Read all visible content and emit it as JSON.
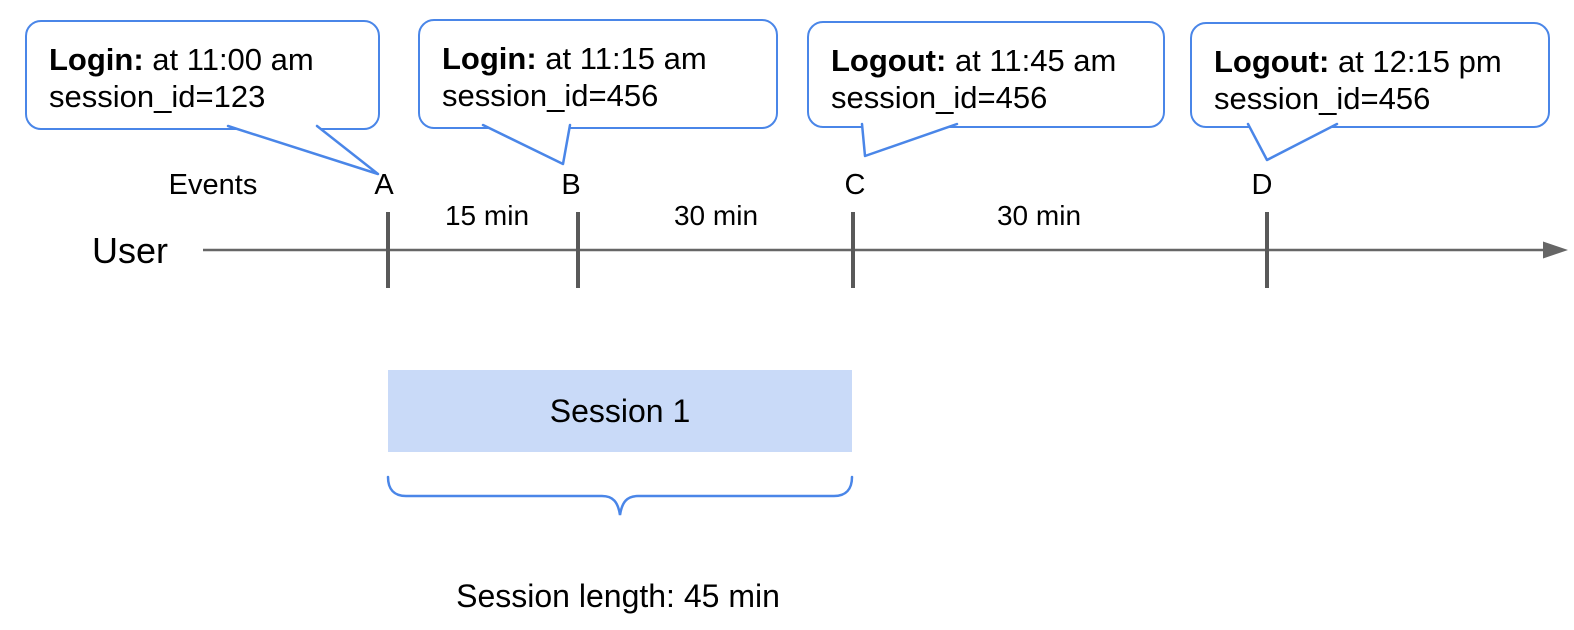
{
  "bubbles": [
    {
      "title": "Login:",
      "time": " at 11:00 am",
      "session": "session_id=123"
    },
    {
      "title": "Login:",
      "time": " at 11:15 am",
      "session": "session_id=456"
    },
    {
      "title": "Logout:",
      "time": " at 11:45 am",
      "session": "session_id=456"
    },
    {
      "title": "Logout:",
      "time": " at 12:15 pm",
      "session": "session_id=456"
    }
  ],
  "timeline": {
    "row_label": "User",
    "events_label": "Events",
    "ticks": [
      "A",
      "B",
      "C",
      "D"
    ],
    "intervals": [
      "15 min",
      "30 min",
      "30 min"
    ]
  },
  "session": {
    "box_label": "Session 1",
    "length_label": "Session length: 45 min"
  },
  "colors": {
    "accent_blue": "#4a86e8",
    "session_fill": "#c9daf8",
    "axis_gray": "#666666",
    "tick_gray": "#595959",
    "text_black": "#000000"
  }
}
